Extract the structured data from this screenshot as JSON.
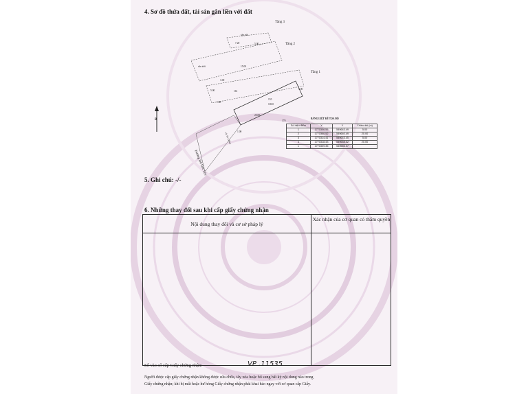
{
  "section4": {
    "title": "4. Sơ đồ thửa đất, tài sản gắn liền với đất",
    "floors": [
      "Tầng 3",
      "Tầng 2",
      "Tầng 1"
    ],
    "labels": {
      "balcony_top": "sân trời",
      "balcony_left": "sân trời",
      "parcel_a": "161",
      "parcel_b": "155",
      "area": "100.0",
      "street": "Đường Đô Đốc Lộc",
      "sidewalk": "vỉa hè 4.00m",
      "neighbor": "170",
      "north": "B"
    },
    "dims": [
      "7.20",
      "5.00",
      "15.00",
      "5.00",
      "1.80",
      "3.00",
      "20.00",
      "5.00",
      "1.00"
    ],
    "coord_table": {
      "title": "BẢNG LIỆT KÊ TỌA ĐỘ",
      "headers": [
        "Số hiệu điểm",
        "X",
        "Y",
        "Chiều dài (m)"
      ],
      "rows": [
        [
          "1",
          "1770306.55",
          "549643.49",
          "5.00"
        ],
        [
          "2",
          "1770300.52",
          "549640.49",
          "20.00"
        ],
        [
          "3",
          "1770314.41",
          "549643.45",
          "5.00"
        ],
        [
          "4",
          "1770318.43",
          "549658.52",
          "20.00"
        ],
        [
          "1",
          "1770309.35",
          "549656.57",
          ""
        ]
      ]
    }
  },
  "section5": {
    "title": "5. Ghi chú: -/-"
  },
  "section6": {
    "title": "6. Những thay đổi sau khi cấp giấy chứng nhận",
    "col_left": "Nội dung thay đổi và cơ sở pháp lý",
    "col_right": "Xác nhận của cơ quan có thẩm quyền"
  },
  "registry": {
    "label": "Số vào sổ cấp Giấy chứng nhận:",
    "value": "VP .11535"
  },
  "footnote": {
    "line1": "Người được cấp giấy chứng nhận không được sửa chữa, tẩy xóa hoặc bổ sung bất kỳ nội dung nào trong",
    "line2": "Giấy chứng nhận; khi bị mất hoặc hư hỏng Giấy chứng nhận phải khai báo ngay với cơ quan cấp Giấy."
  }
}
